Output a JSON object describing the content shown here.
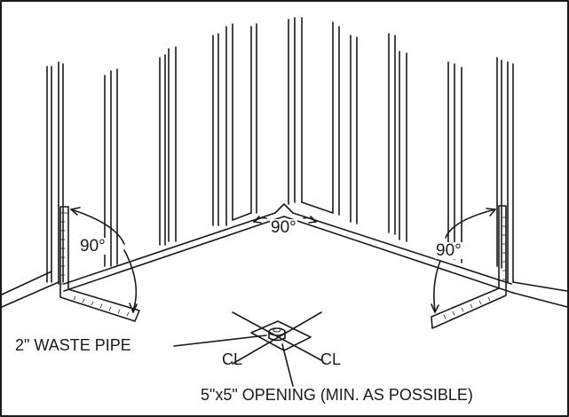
{
  "colors": {
    "line": "#1a1a1a",
    "background": "#ffffff"
  },
  "labels": {
    "angle_left": "90°",
    "angle_center": "90°",
    "angle_right": "90°",
    "waste_pipe": "2\" WASTE PIPE",
    "centerline_left": "CL",
    "centerline_right": "CL",
    "opening": "5\"x5\" OPENING (MIN. AS POSSIBLE)"
  }
}
